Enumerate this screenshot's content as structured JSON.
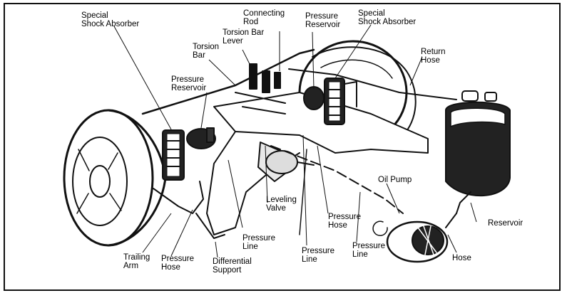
{
  "labels": {
    "special_shock_absorber_left": "Special\nShock Absorber",
    "connecting_rod": "Connecting\nRod",
    "torsion_bar_lever": "Torsion Bar\nLever",
    "torsion_bar": "Torsion\nBar",
    "pressure_reservoir_left": "Pressure\nReservoir",
    "pressure_reservoir_right": "Pressure\nReservoir",
    "special_shock_absorber_right": "Special\nShock Absorber",
    "return_hose": "Return\nHose",
    "oil_pump": "Oil Pump",
    "reservoir": "Reservoir",
    "leveling_valve": "Leveling\nValve",
    "pressure_hose_center": "Pressure\nHose",
    "pressure_line_center": "Pressure\nLine",
    "pressure_line_lower": "Pressure\nLine",
    "pressure_line_right": "Pressure\nLine",
    "trailing_arm": "Trailing\nArm",
    "pressure_hose_left": "Pressure\nHose",
    "differential_support": "Differential\nSupport",
    "hose": "Hose"
  },
  "colors": {
    "ink": "#111111",
    "paper": "#ffffff",
    "shade": "#555555"
  }
}
